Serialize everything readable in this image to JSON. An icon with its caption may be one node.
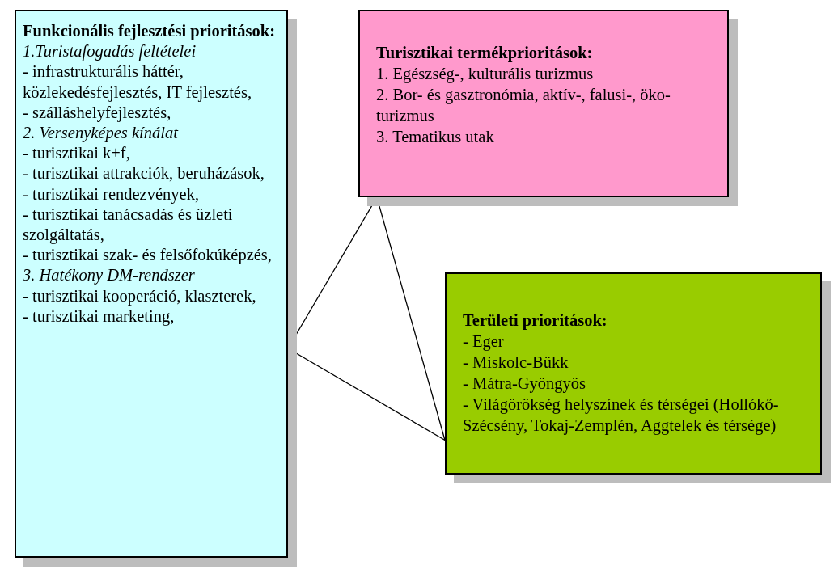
{
  "diagram": {
    "nodes": [
      {
        "text": [
          "Funkcionális fejlesztési prioritások:",
          "1.Turistafogadás feltételei",
          "- infrastrukturális háttér, közlekedésfejlesztés, IT fejlesztés,",
          "- szálláshelyfejlesztés,",
          "2. Versenyképes kínálat",
          "- turisztikai k+f,",
          "- turisztikai attrakciók, beruházások,",
          "- turisztikai rendezvények,",
          "- turisztikai tanácsadás és üzleti szolgáltatás,",
          "- turisztikai szak- és felsőfokúképzés,",
          "3. Hatékony DM-rendszer",
          "- turisztikai kooperáció, klaszterek,",
          "- turisztikai marketing,"
        ]
      },
      {
        "text": [
          "Turisztikai termékprioritások:",
          "1. Egészség-, kulturális turizmus",
          "2. Bor- és gasztronómia, aktív-, falusi-, öko-turizmus",
          "3. Tematikus utak"
        ]
      },
      {
        "text": [
          "Területi prioritások:",
          "- Eger",
          "- Miskolc-Bükk",
          "- Mátra-Gyöngyös",
          "- Világörökség helyszínek és térségei (Hollókő-Szécsény, Tokaj-Zemplén, Aggtelek és térsége)"
        ]
      }
    ],
    "edges": [
      {
        "from": 0,
        "to": 1,
        "arrow": "none"
      },
      {
        "from": 0,
        "to": 2,
        "arrow": "none"
      },
      {
        "from": 1,
        "to": 2,
        "arrow": "none"
      }
    ]
  }
}
